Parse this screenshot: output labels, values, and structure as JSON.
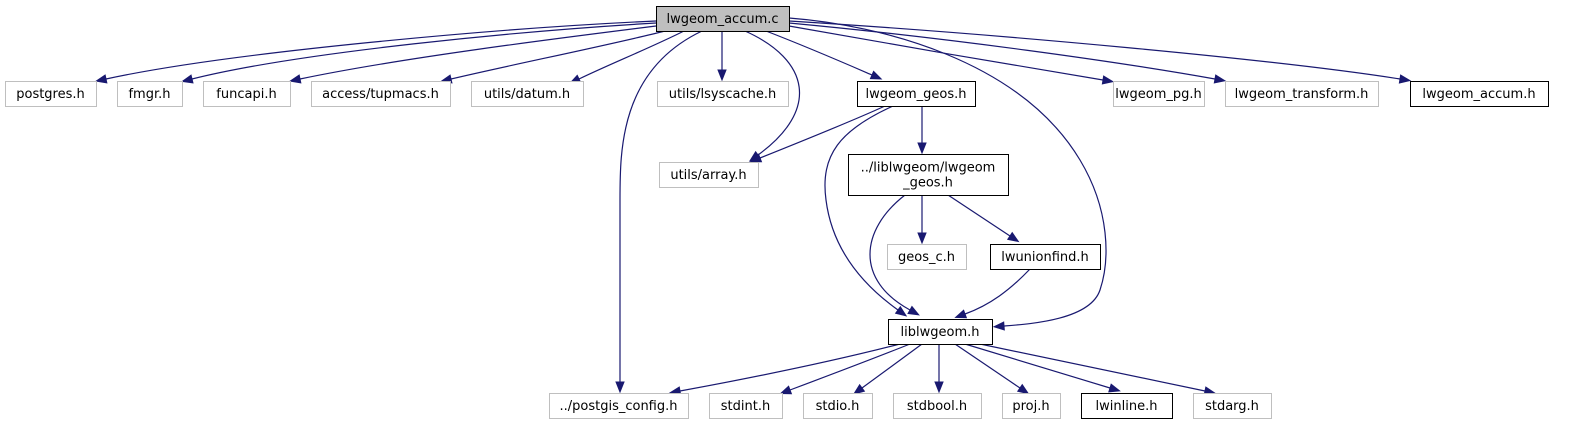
{
  "diagram": {
    "title": "lwgeom_accum.c include dependency graph",
    "colors": {
      "edge": "#191970",
      "root_fill": "#bfbfbf",
      "root_border": "#000000",
      "documented_border": "#000000",
      "undocumented_border": "#bfbfbf",
      "node_fill": "#ffffff"
    },
    "nodes": [
      {
        "id": "root",
        "label": "lwgeom_accum.c",
        "kind": "root"
      },
      {
        "id": "postgres",
        "label": "postgres.h",
        "kind": "external"
      },
      {
        "id": "fmgr",
        "label": "fmgr.h",
        "kind": "external"
      },
      {
        "id": "funcapi",
        "label": "funcapi.h",
        "kind": "external"
      },
      {
        "id": "tupmacs",
        "label": "access/tupmacs.h",
        "kind": "external"
      },
      {
        "id": "datum",
        "label": "utils/datum.h",
        "kind": "external"
      },
      {
        "id": "lsyscache",
        "label": "utils/lsyscache.h",
        "kind": "external"
      },
      {
        "id": "lwgeom_geos",
        "label": "lwgeom_geos.h",
        "kind": "documented"
      },
      {
        "id": "lwgeom_pg",
        "label": "lwgeom_pg.h",
        "kind": "external"
      },
      {
        "id": "lwgeom_transform",
        "label": "lwgeom_transform.h",
        "kind": "external"
      },
      {
        "id": "lwgeom_accum_h",
        "label": "lwgeom_accum.h",
        "kind": "documented"
      },
      {
        "id": "array",
        "label": "utils/array.h",
        "kind": "external"
      },
      {
        "id": "liblwgeom_geos",
        "label": [
          "../liblwgeom/lwgeom",
          "_geos.h"
        ],
        "kind": "documented"
      },
      {
        "id": "geos_c",
        "label": "geos_c.h",
        "kind": "external"
      },
      {
        "id": "lwunionfind",
        "label": "lwunionfind.h",
        "kind": "documented"
      },
      {
        "id": "liblwgeom",
        "label": "liblwgeom.h",
        "kind": "documented"
      },
      {
        "id": "postgis_config",
        "label": "../postgis_config.h",
        "kind": "external"
      },
      {
        "id": "stdint",
        "label": "stdint.h",
        "kind": "external"
      },
      {
        "id": "stdio",
        "label": "stdio.h",
        "kind": "external"
      },
      {
        "id": "stdbool",
        "label": "stdbool.h",
        "kind": "external"
      },
      {
        "id": "proj",
        "label": "proj.h",
        "kind": "external"
      },
      {
        "id": "lwinline",
        "label": "lwinline.h",
        "kind": "documented"
      },
      {
        "id": "stdarg",
        "label": "stdarg.h",
        "kind": "external"
      }
    ],
    "edges": [
      {
        "from": "root",
        "to": "postgres"
      },
      {
        "from": "root",
        "to": "fmgr"
      },
      {
        "from": "root",
        "to": "funcapi"
      },
      {
        "from": "root",
        "to": "tupmacs"
      },
      {
        "from": "root",
        "to": "datum"
      },
      {
        "from": "root",
        "to": "postgis_config"
      },
      {
        "from": "root",
        "to": "lsyscache"
      },
      {
        "from": "root",
        "to": "array"
      },
      {
        "from": "root",
        "to": "lwgeom_geos"
      },
      {
        "from": "root",
        "to": "liblwgeom"
      },
      {
        "from": "root",
        "to": "lwgeom_pg"
      },
      {
        "from": "root",
        "to": "lwgeom_transform"
      },
      {
        "from": "root",
        "to": "lwgeom_accum_h"
      },
      {
        "from": "lwgeom_geos",
        "to": "array"
      },
      {
        "from": "lwgeom_geos",
        "to": "liblwgeom_geos"
      },
      {
        "from": "lwgeom_geos",
        "to": "liblwgeom"
      },
      {
        "from": "liblwgeom_geos",
        "to": "liblwgeom"
      },
      {
        "from": "liblwgeom_geos",
        "to": "geos_c"
      },
      {
        "from": "liblwgeom_geos",
        "to": "lwunionfind"
      },
      {
        "from": "lwunionfind",
        "to": "liblwgeom"
      },
      {
        "from": "liblwgeom",
        "to": "postgis_config"
      },
      {
        "from": "liblwgeom",
        "to": "stdint"
      },
      {
        "from": "liblwgeom",
        "to": "stdio"
      },
      {
        "from": "liblwgeom",
        "to": "stdbool"
      },
      {
        "from": "liblwgeom",
        "to": "proj"
      },
      {
        "from": "liblwgeom",
        "to": "lwinline"
      },
      {
        "from": "liblwgeom",
        "to": "stdarg"
      }
    ]
  }
}
